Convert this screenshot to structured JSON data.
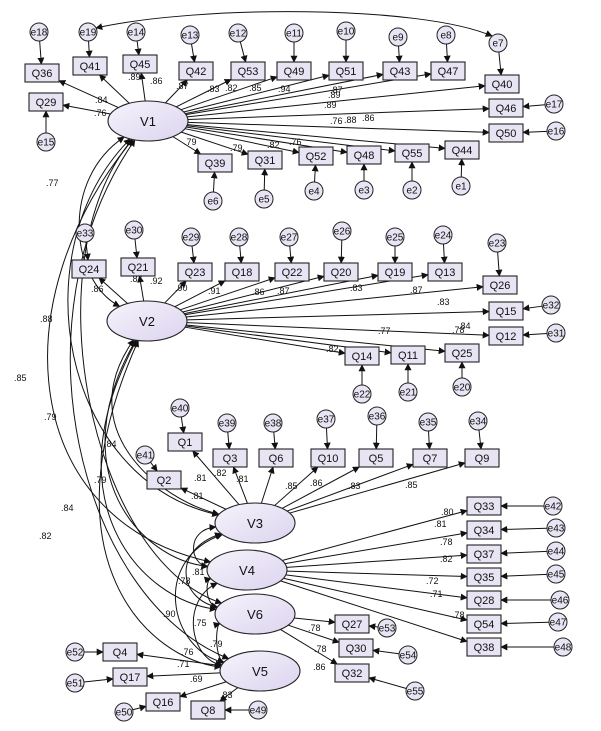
{
  "latents": [
    {
      "id": "V1",
      "label": "V1"
    },
    {
      "id": "V2",
      "label": "V2"
    },
    {
      "id": "V3",
      "label": "V3"
    },
    {
      "id": "V4",
      "label": "V4"
    },
    {
      "id": "V6",
      "label": "V6"
    },
    {
      "id": "V5",
      "label": "V5"
    }
  ],
  "indicators": [
    {
      "label": "Q36",
      "latent": "V1",
      "loading": ".76",
      "error": "e18"
    },
    {
      "label": "Q41",
      "latent": "V1",
      "loading": ".89",
      "error": "e19"
    },
    {
      "label": "Q45",
      "latent": "V1",
      "loading": ".86",
      "error": "e14"
    },
    {
      "label": "Q42",
      "latent": "V1",
      "loading": ".87",
      "error": "e13"
    },
    {
      "label": "Q53",
      "latent": "V1",
      "loading": ".83",
      "error": "e12"
    },
    {
      "label": "Q49",
      "latent": "V1",
      "loading": ".82",
      "error": "e11"
    },
    {
      "label": "Q51",
      "latent": "V1",
      "loading": ".85",
      "error": "e10"
    },
    {
      "label": "Q43",
      "latent": "V1",
      "loading": ".94",
      "error": "e9"
    },
    {
      "label": "Q47",
      "latent": "V1",
      "loading": ".87",
      "error": "e8"
    },
    {
      "label": "Q40",
      "latent": "V1",
      "loading": ".89",
      "error": "e7"
    },
    {
      "label": "Q29",
      "latent": "V1",
      "loading": ".84",
      "error": "e15"
    },
    {
      "label": "Q46",
      "latent": "V1",
      "loading": ".89",
      "error": "e17"
    },
    {
      "label": "Q50",
      "latent": "V1",
      "loading": ".88",
      "error": "e16"
    },
    {
      "label": "Q39",
      "latent": "V1",
      "loading": ".79",
      "error": "e6"
    },
    {
      "label": "Q31",
      "latent": "V1",
      "loading": ".79",
      "error": "e5"
    },
    {
      "label": "Q52",
      "latent": "V1",
      "loading": ".82",
      "error": "e4"
    },
    {
      "label": "Q48",
      "latent": "V1",
      "loading": ".76",
      "error": "e3"
    },
    {
      "label": "Q55",
      "latent": "V1",
      "loading": ".76",
      "error": "e2"
    },
    {
      "label": "Q44",
      "latent": "V1",
      "loading": ".86",
      "error": "e1"
    },
    {
      "label": "Q24",
      "latent": "V2",
      "loading": ".86",
      "error": "e33"
    },
    {
      "label": "Q21",
      "latent": "V2",
      "loading": ".87",
      "error": "e30"
    },
    {
      "label": "Q23",
      "latent": "V2",
      "loading": ".92",
      "error": "e29"
    },
    {
      "label": "Q18",
      "latent": "V2",
      "loading": ".90",
      "error": "e28"
    },
    {
      "label": "Q22",
      "latent": "V2",
      "loading": ".91",
      "error": "e27"
    },
    {
      "label": "Q20",
      "latent": "V2",
      "loading": ".86",
      "error": "e26"
    },
    {
      "label": "Q19",
      "latent": "V2",
      "loading": ".87",
      "error": "e25"
    },
    {
      "label": "Q13",
      "latent": "V2",
      "loading": ".87",
      "error": "e24"
    },
    {
      "label": "Q26",
      "latent": "V2",
      "loading": ".83",
      "error": "e23"
    },
    {
      "label": "Q15",
      "latent": "V2",
      "loading": ".83",
      "error": "e32"
    },
    {
      "label": "Q12",
      "latent": "V2",
      "loading": ".84",
      "error": "e31"
    },
    {
      "label": "Q14",
      "latent": "V2",
      "loading": ".82",
      "error": "e22"
    },
    {
      "label": "Q11",
      "latent": "V2",
      "loading": ".77",
      "error": "e21"
    },
    {
      "label": "Q25",
      "latent": "V2",
      "loading": ".78",
      "error": "e20"
    },
    {
      "label": "Q1",
      "latent": "V3",
      "loading": ".81",
      "error": "e40"
    },
    {
      "label": "Q2",
      "latent": "V3",
      "loading": ".81",
      "error": "e41"
    },
    {
      "label": "Q3",
      "latent": "V3",
      "loading": ".82",
      "error": "e39"
    },
    {
      "label": "Q6",
      "latent": "V3",
      "loading": ".81",
      "error": "e38"
    },
    {
      "label": "Q10",
      "latent": "V3",
      "loading": ".85",
      "error": "e37"
    },
    {
      "label": "Q5",
      "latent": "V3",
      "loading": ".86",
      "error": "e36"
    },
    {
      "label": "Q7",
      "latent": "V3",
      "loading": ".83",
      "error": "e35"
    },
    {
      "label": "Q9",
      "latent": "V3",
      "loading": ".85",
      "error": "e34"
    },
    {
      "label": "Q33",
      "latent": "V4",
      "loading": ".80",
      "error": "e42"
    },
    {
      "label": "Q34",
      "latent": "V4",
      "loading": ".81",
      "error": "e43"
    },
    {
      "label": "Q37",
      "latent": "V4",
      "loading": ".78",
      "error": "e44"
    },
    {
      "label": "Q35",
      "latent": "V4",
      "loading": ".82",
      "error": "e45"
    },
    {
      "label": "Q28",
      "latent": "V4",
      "loading": ".72",
      "error": "e46"
    },
    {
      "label": "Q54",
      "latent": "V4",
      "loading": ".71",
      "error": "e47"
    },
    {
      "label": "Q38",
      "latent": "V4",
      "loading": ".78",
      "error": "e48"
    },
    {
      "label": "Q27",
      "latent": "V6",
      "loading": ".78",
      "error": "e53"
    },
    {
      "label": "Q30",
      "latent": "V6",
      "loading": ".78",
      "error": "e54"
    },
    {
      "label": "Q32",
      "latent": "V6",
      "loading": ".86",
      "error": "e55"
    },
    {
      "label": "Q4",
      "latent": "V5",
      "loading": ".76",
      "error": "e52"
    },
    {
      "label": "Q17",
      "latent": "V5",
      "loading": ".71",
      "error": "e51"
    },
    {
      "label": "Q16",
      "latent": "V5",
      "loading": ".69",
      "error": "e50"
    },
    {
      "label": "Q8",
      "latent": "V5",
      "loading": ".83",
      "error": "e49"
    }
  ],
  "correlations": [
    {
      "from": "V1",
      "to": "V2",
      "value": ".77"
    },
    {
      "from": "V1",
      "to": "V3",
      "value": ".88"
    },
    {
      "from": "V1",
      "to": "V4",
      "value": ".85"
    },
    {
      "from": "V1",
      "to": "V6",
      "value": ".79"
    },
    {
      "from": "V1",
      "to": "V5",
      "value": ""
    },
    {
      "from": "V2",
      "to": "V3",
      "value": ".84"
    },
    {
      "from": "V2",
      "to": "V4",
      "value": ".79"
    },
    {
      "from": "V2",
      "to": "V6",
      "value": ".84"
    },
    {
      "from": "V2",
      "to": "V5",
      "value": ".82"
    },
    {
      "from": "V3",
      "to": "V4",
      "value": ".78"
    },
    {
      "from": "V3",
      "to": "V6",
      "value": ".75"
    },
    {
      "from": "V3",
      "to": "V5",
      "value": ".90"
    },
    {
      "from": "V4",
      "to": "V6",
      "value": ".81"
    },
    {
      "from": "V4",
      "to": "V5",
      "value": ""
    },
    {
      "from": "V6",
      "to": "V5",
      "value": ".79"
    }
  ],
  "error_covariances": [
    {
      "from": "e19",
      "to": "e7"
    }
  ]
}
